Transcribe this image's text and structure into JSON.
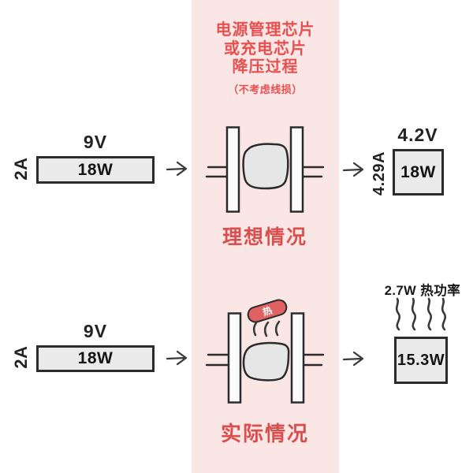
{
  "header": {
    "title_line1": "电源管理芯片",
    "title_line2": "或充电芯片",
    "title_line3": "降压过程",
    "note": "（不考虑线损）"
  },
  "ideal": {
    "label": "理想情况",
    "input": {
      "current": "2A",
      "voltage": "9V",
      "power": "18W"
    },
    "output": {
      "current": "4.29A",
      "voltage": "4.2V",
      "power": "18W"
    }
  },
  "actual": {
    "label": "实际情况",
    "input": {
      "current": "2A",
      "voltage": "9V",
      "power": "18W"
    },
    "heat_badge": "热",
    "heat_power_label": "2.7W 热功率",
    "output": {
      "power": "15.3W"
    }
  },
  "colors": {
    "band_pink": "#fbe6e6",
    "accent_red": "#e8504f",
    "label_red": "#d94f4e",
    "outline_dark": "#2b2b2b",
    "box_fill": "#eaeaea",
    "badge_fill": "#e06161"
  }
}
